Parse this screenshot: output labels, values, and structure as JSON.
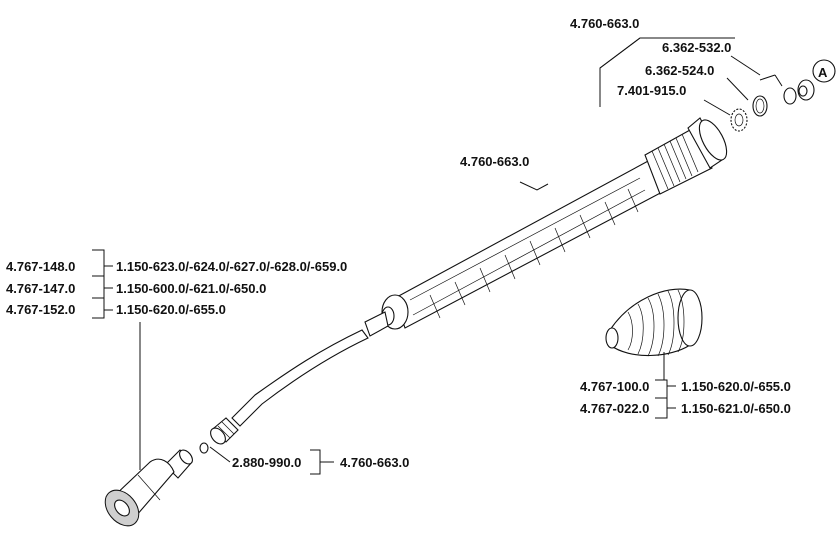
{
  "labels": {
    "top_assembly": "4.760-663.0",
    "part_532": "6.362-532.0",
    "part_524": "6.362-524.0",
    "part_915": "7.401-915.0",
    "callout_a": "A",
    "lance_mid": "4.760-663.0",
    "left_1_code": "4.767-148.0",
    "left_1_range": "1.150-623.0/-624.0/-627.0/-628.0/-659.0",
    "left_2_code": "4.767-147.0",
    "left_2_range": "1.150-600.0/-621.0/-650.0",
    "left_3_code": "4.767-152.0",
    "left_3_range": "1.150-620.0/-655.0",
    "right_1_code": "4.767-100.0",
    "right_1_range": "1.150-620.0/-655.0",
    "right_2_code": "4.767-022.0",
    "right_2_range": "1.150-621.0/-650.0",
    "bottom_code": "2.880-990.0",
    "bottom_range": "4.760-663.0"
  }
}
